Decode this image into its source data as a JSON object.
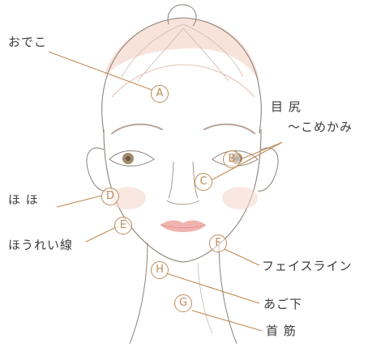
{
  "labels": {
    "forehead": "おでこ",
    "eye_corner_1": "目 尻",
    "eye_corner_2": "〜こめかみ",
    "cheek": "ほ ほ",
    "nasolabial": "ほうれい線",
    "faceline": "フェイスライン",
    "under_chin": "あご下",
    "neck": "首 筋"
  },
  "markers": {
    "a": "A",
    "b": "B",
    "c": "C",
    "d": "D",
    "e": "E",
    "f": "F",
    "g": "G",
    "h": "H"
  },
  "colors": {
    "marker": "#c08a56",
    "line": "#c08a56",
    "sketch": "#8c8178",
    "hair_tint": "#f2cdbf",
    "cheek_blush": "#f5d8cf",
    "lips": "#f2b3ae",
    "text": "#3a3a3a"
  }
}
